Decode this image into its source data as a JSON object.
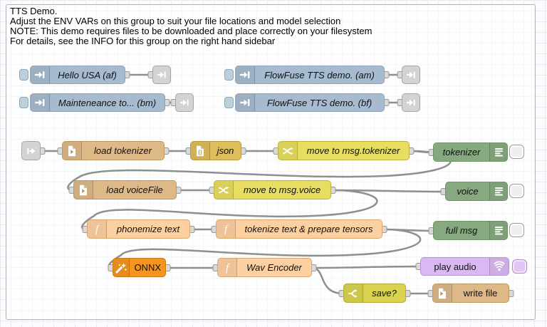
{
  "group": {
    "lines": [
      "TTS Demo.",
      "Adjust the ENV VARs on this group to suit your file locations and model selection",
      "NOTE: This demo requires files to be downloaded and place correctly on your filesystem",
      "For details, see the INFO for this group on the right hand sidebar"
    ]
  },
  "nodes": {
    "inject_hello": {
      "type": "inject",
      "label": "Hello USA (af)"
    },
    "inject_maintenance": {
      "type": "inject",
      "label": "Mainteneance to... (bm)"
    },
    "inject_flowfuse_am": {
      "type": "inject",
      "label": "FlowFuse TTS demo. (am)"
    },
    "inject_flowfuse_bf": {
      "type": "inject",
      "label": "FlowFuse TTS demo. (bf)"
    },
    "load_tokenizer": {
      "type": "file-in",
      "label": "load tokenizer"
    },
    "json": {
      "type": "json",
      "label": "json"
    },
    "move_tokenizer": {
      "type": "change",
      "label": "move to msg.tokenizer"
    },
    "debug_tokenizer": {
      "type": "debug",
      "label": "tokenizer"
    },
    "load_voicefile": {
      "type": "file-in",
      "label": "load voiceFile"
    },
    "move_voice": {
      "type": "change",
      "label": "move to msg.voice"
    },
    "debug_voice": {
      "type": "debug",
      "label": "voice"
    },
    "phonemize": {
      "type": "function",
      "label": "phonemize text"
    },
    "tokenize": {
      "type": "function",
      "label": "tokenize text & prepare tensors"
    },
    "debug_fullmsg": {
      "type": "debug",
      "label": "full msg"
    },
    "onnx": {
      "type": "onnx",
      "label": "ONNX"
    },
    "wav_encoder": {
      "type": "function",
      "label": "Wav Encoder"
    },
    "play_audio": {
      "type": "audio-out",
      "label": "play audio"
    },
    "switch_save": {
      "type": "switch",
      "label": "save?"
    },
    "write_file": {
      "type": "file-out",
      "label": "write file"
    }
  },
  "colors": {
    "inject": "#a6bbcf",
    "debug": "#87a980",
    "function": "#fdd0a2",
    "file": "#deb887",
    "json": "#debd5c",
    "change": "#e6dd61",
    "switch": "#d9d34f",
    "onnx": "#f5941f",
    "audio": "#dab9f2",
    "link": "#d3d3d3",
    "wire": "#8f8f8f"
  }
}
